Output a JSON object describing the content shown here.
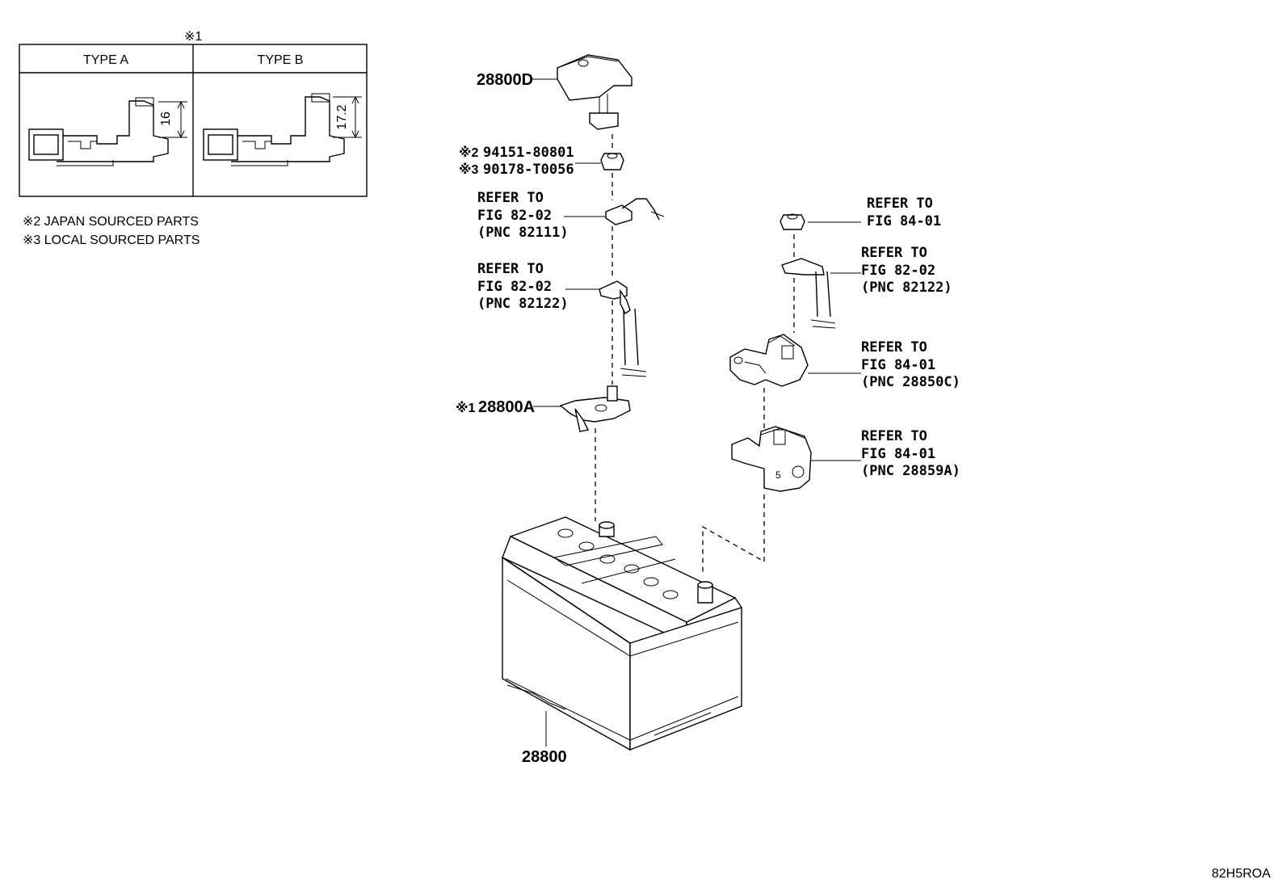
{
  "inset": {
    "note_mark": "※1",
    "type_a": "TYPE A",
    "type_b": "TYPE B",
    "dim_a": "16",
    "dim_b": "17.2"
  },
  "notes": [
    "※2 JAPAN SOURCED PARTS",
    "※3 LOCAL SOURCED PARTS"
  ],
  "parts": {
    "cover": "28800D",
    "nut_japan_mark": "※2",
    "nut_japan": "94151-80801",
    "nut_local_mark": "※3",
    "nut_local": "90178-T0056",
    "terminal_mark": "※1",
    "terminal": "28800A",
    "battery": "28800"
  },
  "refs": {
    "left_top": [
      "REFER TO",
      "FIG 82-02",
      "(PNC 82111)"
    ],
    "left_mid": [
      "REFER TO",
      "FIG 82-02",
      "(PNC 82122)"
    ],
    "right_nut": [
      "REFER TO",
      "FIG 84-01"
    ],
    "right_cable": [
      "REFER TO",
      "FIG 82-02",
      "(PNC 82122)"
    ],
    "right_clamp": [
      "REFER TO",
      "FIG 84-01",
      "(PNC 28850C)"
    ],
    "right_cover": [
      "REFER TO",
      "FIG 84-01",
      "(PNC 28859A)"
    ]
  },
  "cover_digit": "5",
  "figure_code": "82H5ROA"
}
